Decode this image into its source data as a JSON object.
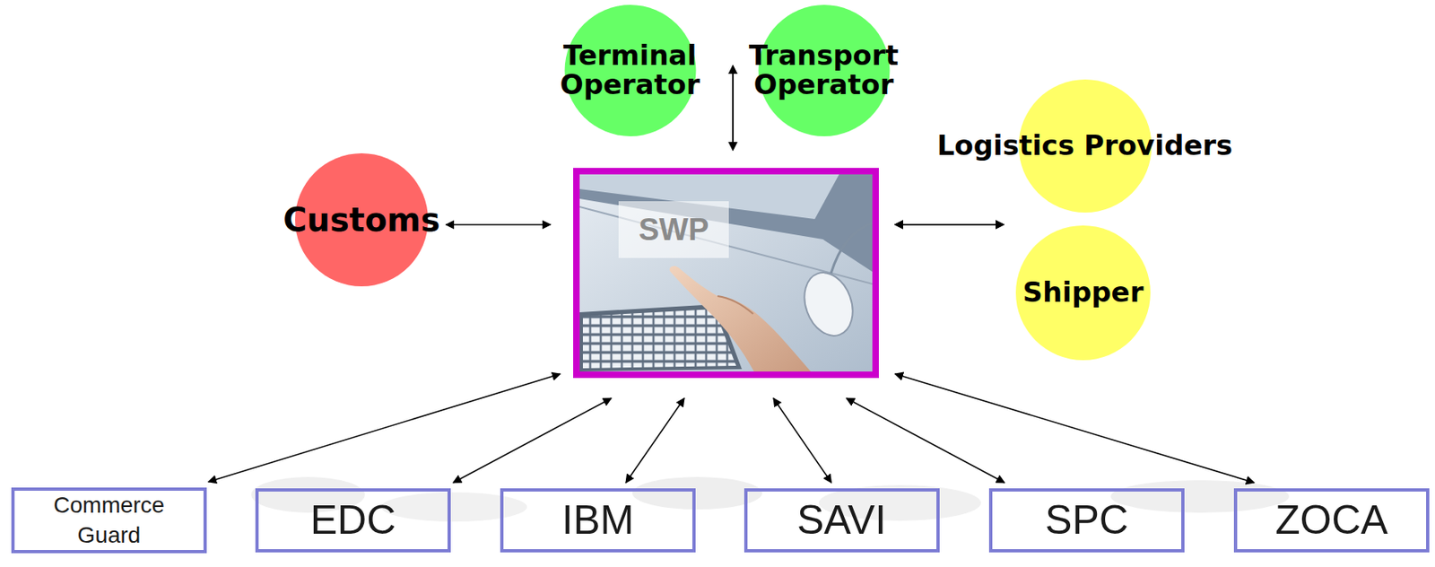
{
  "diagram": {
    "nodes": [
      {
        "text": [
          "Terminal Operator"
        ]
      },
      {
        "text": [
          "Transport Operator"
        ]
      },
      {
        "text": [
          "Logistics Providers"
        ]
      },
      {
        "text": [
          "Customs"
        ]
      },
      {
        "text": [
          "SWP"
        ]
      },
      {
        "text": [
          "Shipper"
        ]
      },
      {
        "text": [
          "Commerce Guard"
        ]
      },
      {
        "text": [
          "EDC"
        ]
      },
      {
        "text": [
          "IBM"
        ]
      },
      {
        "text": [
          "SAVI"
        ]
      },
      {
        "text": [
          "SPC"
        ]
      },
      {
        "text": [
          "ZOCA"
        ]
      }
    ],
    "edges": [
      {
        "from": 4,
        "to": 0,
        "arrow": "both"
      },
      {
        "from": 4,
        "to": 1,
        "arrow": "both"
      },
      {
        "from": 4,
        "to": 3,
        "arrow": "both"
      },
      {
        "from": 4,
        "to": 2,
        "arrow": "both"
      },
      {
        "from": 4,
        "to": 5,
        "arrow": "both"
      },
      {
        "from": 4,
        "to": 6,
        "arrow": "both"
      },
      {
        "from": 4,
        "to": 7,
        "arrow": "both"
      },
      {
        "from": 4,
        "to": 8,
        "arrow": "both"
      },
      {
        "from": 4,
        "to": 9,
        "arrow": "both"
      },
      {
        "from": 4,
        "to": 10,
        "arrow": "both"
      },
      {
        "from": 4,
        "to": 11,
        "arrow": "both"
      }
    ]
  }
}
